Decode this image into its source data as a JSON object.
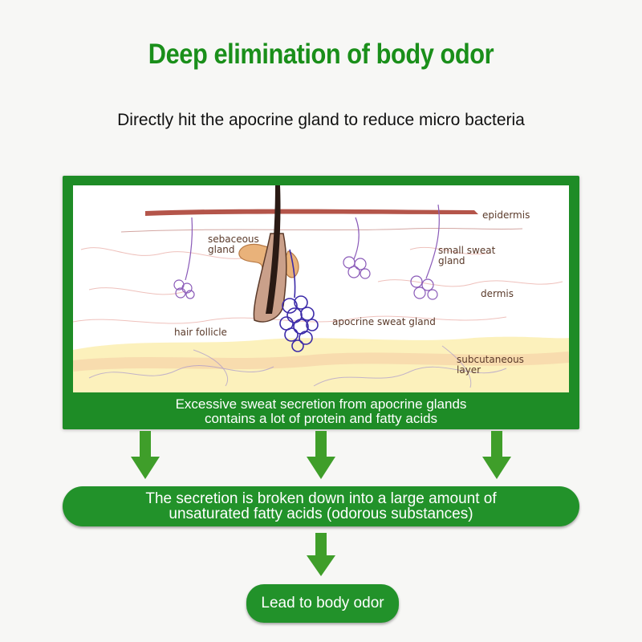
{
  "header": {
    "title": "Deep elimination of body odor",
    "subtitle": "Directly hit the apocrine gland to reduce micro bacteria"
  },
  "diagram": {
    "labels": {
      "epidermis": "epidermis",
      "sebaceous_line1": "sebaceous",
      "sebaceous_line2": "gland",
      "small_sweat_line1": "small sweat",
      "small_sweat_line2": "gland",
      "dermis": "dermis",
      "apocrine": "apocrine sweat gland",
      "hair_follicle": "hair follicle",
      "subcutaneous_line1": "subcutaneous",
      "subcutaneous_line2": "layer"
    },
    "caption_line1": "Excessive sweat secretion from apocrine glands",
    "caption_line2": "contains a lot of protein and fatty acids"
  },
  "step2": {
    "line1": "The secretion is broken down into a large amount of",
    "line2": "unsaturated fatty acids (odorous substances)"
  },
  "step3": {
    "label": "Lead to body odor"
  },
  "colors": {
    "green": "#1e8c26",
    "title_green": "#1a8f1a"
  }
}
